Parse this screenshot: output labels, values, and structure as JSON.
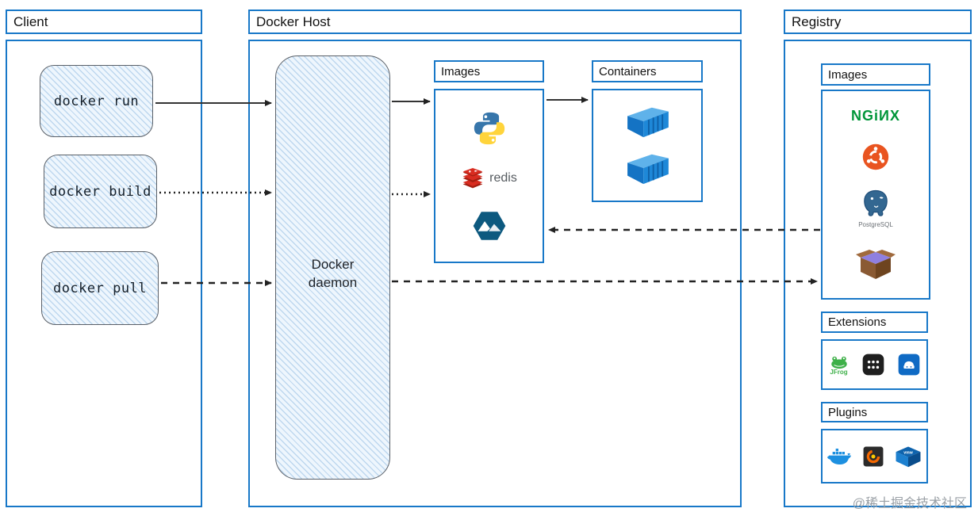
{
  "page": {
    "watermark": "@稀土掘金技术社区",
    "colors": {
      "frame_blue": "#1878c8",
      "sketch_fill": "#eef6fd",
      "sketch_border": "#5a6068",
      "container_blue": "#1e88d8",
      "python_blue": "#3776ab",
      "python_yellow": "#ffd43b",
      "redis_red": "#c6302b",
      "alpine_teal": "#0d597f",
      "nginx_green": "#009639",
      "ubuntu_orange": "#e95420",
      "postgres_blue": "#336791",
      "busybox_brown": "#8a5a33",
      "jfrog_green": "#3eb049",
      "grafana_orange": "#f46800",
      "vmware_blue": "#1d6cb4"
    }
  },
  "client": {
    "title": "Client",
    "commands": [
      {
        "label": "docker run"
      },
      {
        "label": "docker build"
      },
      {
        "label": "docker pull"
      }
    ]
  },
  "docker_host": {
    "title": "Docker Host",
    "daemon_label": "Docker daemon",
    "images": {
      "title": "Images",
      "items": [
        "python",
        "redis",
        "alpine"
      ],
      "redis_label": "redis"
    },
    "containers": {
      "title": "Containers",
      "count": 2
    }
  },
  "registry": {
    "title": "Registry",
    "images": {
      "title": "Images",
      "items": [
        "nginx",
        "ubuntu",
        "postgresql",
        "busybox"
      ],
      "nginx_label": "NGiИX",
      "postgresql_label": "PostgreSQL"
    },
    "extensions": {
      "title": "Extensions",
      "items": [
        "jfrog",
        "apps-grid",
        "drive"
      ],
      "jfrog_label": "JFrog"
    },
    "plugins": {
      "title": "Plugins",
      "items": [
        "docker",
        "grafana",
        "vmware"
      ],
      "vmware_label": "vmw"
    }
  },
  "arrows": {
    "run_to_daemon": "solid",
    "daemon_to_images": "solid",
    "images_to_containers": "solid",
    "build_to_daemon": "dotted",
    "daemon_to_images_build": "dotted",
    "pull_to_daemon": "dashed",
    "daemon_to_registry": "dashed",
    "registry_to_images": "dashed"
  }
}
